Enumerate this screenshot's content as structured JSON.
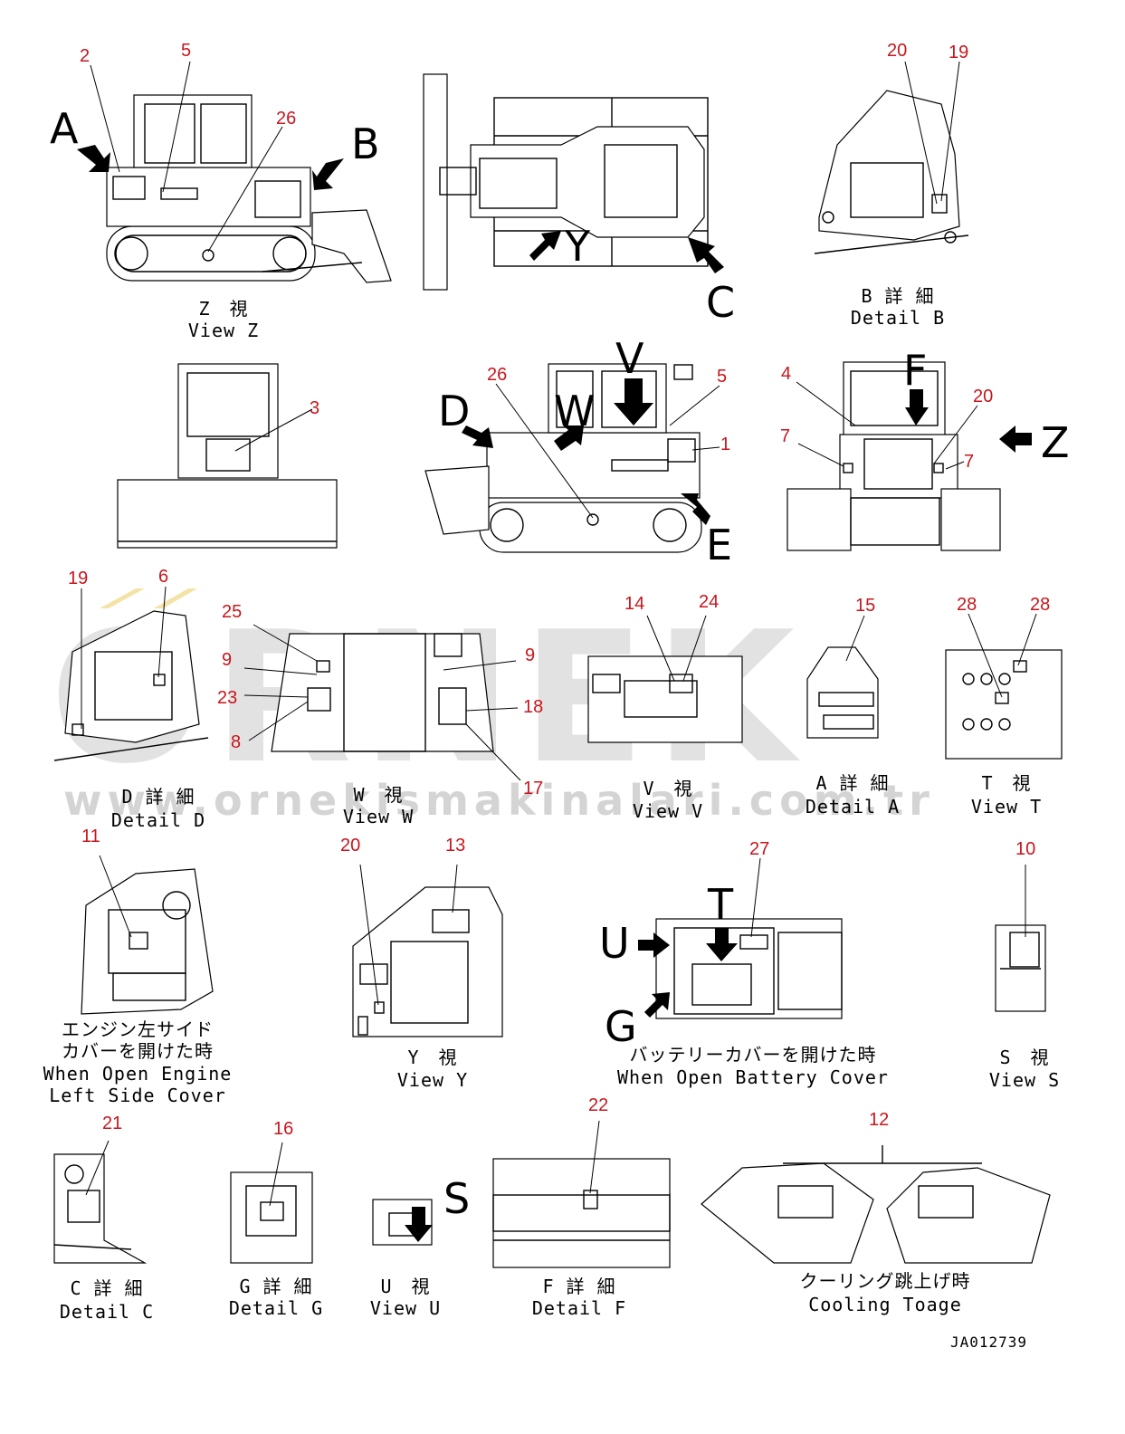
{
  "watermark": {
    "brand": "ORNEK",
    "url": "www.ornekismakinalari.com.tr"
  },
  "drawing_id": "JA012739",
  "view_letters": [
    "A",
    "B",
    "C",
    "Y",
    "V",
    "D",
    "W",
    "E",
    "F",
    "Z",
    "U",
    "T",
    "G",
    "S"
  ],
  "callouts": [
    "2",
    "5",
    "26",
    "20",
    "19",
    "3",
    "26",
    "5",
    "1",
    "4",
    "20",
    "7",
    "7",
    "19",
    "6",
    "25",
    "9",
    "23",
    "8",
    "9",
    "18",
    "17",
    "14",
    "24",
    "15",
    "28",
    "28",
    "11",
    "20",
    "13",
    "27",
    "10",
    "21",
    "16",
    "22",
    "12"
  ],
  "captions": {
    "view_z": {
      "jp": "Z　視",
      "en": "View Z"
    },
    "detail_b": {
      "jp": "B 詳 細",
      "en": "Detail B"
    },
    "detail_d": {
      "jp": "D 詳 細",
      "en": "Detail D"
    },
    "view_w": {
      "jp": "W　視",
      "en": "View W"
    },
    "view_v": {
      "jp": "V　視",
      "en": "View V"
    },
    "detail_a": {
      "jp": "A 詳 細",
      "en": "Detail A"
    },
    "view_t": {
      "jp": "T　視",
      "en": "View T"
    },
    "engine_cover": {
      "jp1": "エンジン左サイド",
      "jp2": "カバーを開けた時",
      "en1": "When Open Engine",
      "en2": "Left Side Cover"
    },
    "view_y": {
      "jp": "Y　視",
      "en": "View Y"
    },
    "battery_cover": {
      "jp": "バッテリーカバーを開けた時",
      "en": "When Open Battery Cover"
    },
    "view_s": {
      "jp": "S　視",
      "en": "View S"
    },
    "detail_c": {
      "jp": "C 詳 細",
      "en": "Detail C"
    },
    "detail_g": {
      "jp": "G 詳 細",
      "en": "Detail G"
    },
    "view_u": {
      "jp": "U　視",
      "en": "View U"
    },
    "detail_f": {
      "jp": "F 詳 細",
      "en": "Detail F"
    },
    "cooling": {
      "jp": "クーリング跳上げ時",
      "en": "Cooling Toage"
    }
  }
}
